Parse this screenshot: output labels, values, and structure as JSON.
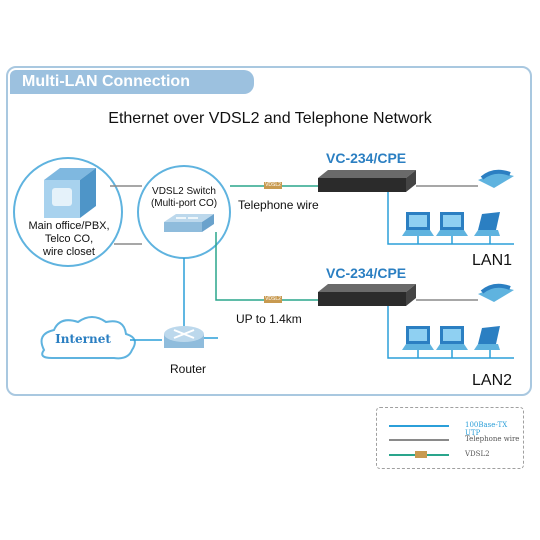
{
  "header": {
    "title": "Multi-LAN Connection"
  },
  "diagram": {
    "title": "Ethernet over VDSL2 and Telephone Network",
    "main_office": {
      "line1": "Main office/PBX,",
      "line2": "Telco CO,",
      "line3": "wire closet"
    },
    "switch": {
      "line1": "VDSL2 Switch",
      "line2": "(Multi-port CO)"
    },
    "cpe_top": {
      "label": "VC-234/CPE",
      "wire_label": "Telephone wire",
      "lan": "LAN1"
    },
    "cpe_bottom": {
      "label": "VC-234/CPE",
      "wire_label": "UP to 1.4km",
      "lan": "LAN2"
    },
    "internet_label": "Internet",
    "router_label": "Router",
    "vdsl_tag": "VDSL2"
  },
  "legend": {
    "items": [
      {
        "label": "100Base-TX UTP",
        "color": "#2b9fd9"
      },
      {
        "label": "Telephone wire",
        "color": "#8a8a8a"
      },
      {
        "label": "VDSL2",
        "color": "#c89a50"
      }
    ]
  },
  "colors": {
    "accent": "#9cc1df",
    "utp": "#2b9fd9",
    "cpe_text": "#2b7fc2",
    "vdsl": "#c89a50"
  }
}
